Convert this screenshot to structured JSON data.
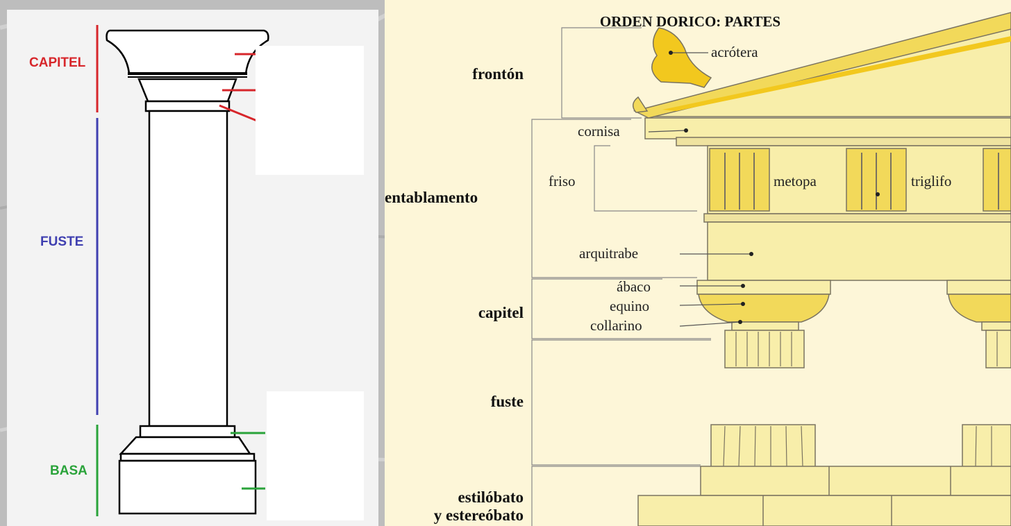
{
  "left_column": {
    "labels": {
      "capitel": "CAPITEL",
      "fuste": "FUSTE",
      "basa": "BASA"
    },
    "colors": {
      "capitel": "#d7262b",
      "fuste": "#3f3fb0",
      "basa": "#2aa33a"
    }
  },
  "doric_order": {
    "title": "ORDEN DORICO: PARTES",
    "sections": {
      "fronton": "frontón",
      "entablamento": "entablamento",
      "capitel": "capitel",
      "fuste": "fuste",
      "stylobate_line1": "estilóbato",
      "stylobate_line2": "y estereóbato"
    },
    "parts": {
      "acrotera": "acrótera",
      "cornisa": "cornisa",
      "friso": "friso",
      "metopa": "metopa",
      "triglifo": "triglifo",
      "arquitrabe": "arquitrabe",
      "abaco": "ábaco",
      "equino": "equino",
      "collarino": "collarino"
    },
    "colors": {
      "stone": "#f8eeaa",
      "gold": "#f2c81e",
      "outline": "#7a7360"
    }
  }
}
